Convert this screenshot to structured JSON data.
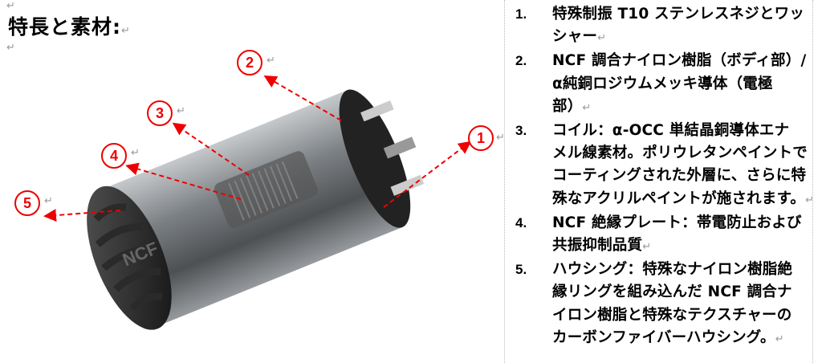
{
  "heading": "特長と素材:",
  "return_mark": "↵",
  "callouts": [
    "1",
    "2",
    "3",
    "4",
    "5"
  ],
  "accent_color": "#e00000",
  "image": {
    "name": "power-plug-cutaway",
    "logo_text": "NCF"
  },
  "features": [
    {
      "number": "1.",
      "lines": [
        "特殊制振 T10 ステンレスネジとワッ",
        "シャー"
      ]
    },
    {
      "number": "2.",
      "lines": [
        "NCF 調合ナイロン樹脂（ボディ部）/",
        "α純銅ロジウムメッキ導体（電極",
        "部）"
      ]
    },
    {
      "number": "3.",
      "lines": [
        "コイル：α-OCC 単結晶銅導体エナ",
        "メル線素材。ポリウレタンペイントで",
        "コーティングされた外層に、さらに特",
        "殊なアクリルペイントが施されます。"
      ]
    },
    {
      "number": "4.",
      "lines": [
        "NCF 絶縁プレート：帯電防止および",
        "共振抑制品質"
      ]
    },
    {
      "number": "5.",
      "lines": [
        "ハウシング：特殊なナイロン樹脂絶",
        "縁リングを組み込んだ NCF 調合ナ",
        "イロン樹脂と特殊なテクスチャーの",
        "カーボンファイバーハウシング。"
      ]
    }
  ]
}
